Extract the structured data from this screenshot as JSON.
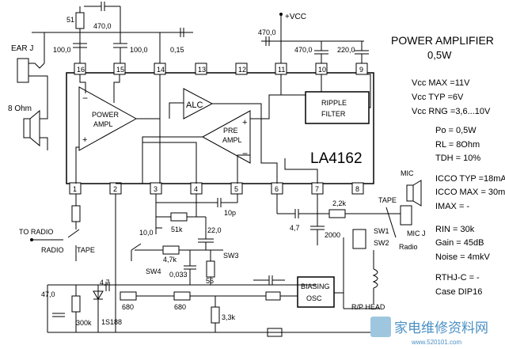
{
  "title": "POWER AMPLIFIER",
  "power": "0,5W",
  "chip": "LA4162",
  "blocks": {
    "power_amp_1": "POWER",
    "power_amp_2": "AMPL",
    "alc": "ALC",
    "pre_amp_1": "PRE",
    "pre_amp_2": "AMPL",
    "ripple_1": "RIPPLE",
    "ripple_2": "FILTER",
    "biasing_1": "BIASING",
    "biasing_2": "OSC"
  },
  "pins_top": [
    "16",
    "15",
    "14",
    "13",
    "12",
    "11",
    "10",
    "9"
  ],
  "pins_bottom": [
    "1",
    "2",
    "3",
    "4",
    "5",
    "6",
    "7",
    "8"
  ],
  "specs": [
    "Vcc MAX =11V",
    "Vcc TYP =6V",
    "Vcc RNG =3,6...10V",
    "Po = 0,5W",
    "RL = 8Ohm",
    "TDH = 10%",
    "ICCO TYP =18mA",
    "ICCO MAX = 30mA",
    "IMAX = -",
    "RIN = 30k",
    "Gain = 45dB",
    "Noise = 4mkV",
    "RTHJ-C = -",
    "Case DIP16"
  ],
  "labels": {
    "vcc": "+VCC",
    "ear_j": "EAR J",
    "speaker": "8 Ohm",
    "to_radio": "TO RADIO",
    "radio": "RADIO",
    "tape": "TAPE",
    "tape2": "TAPE",
    "radio2": "Radio",
    "mic": "MIC",
    "mic_j": "MIC J",
    "rp_head": "R/P HEAD",
    "sw1": "SW1",
    "sw2": "SW2",
    "sw3": "SW3",
    "sw4": "SW4"
  },
  "components": {
    "c_top_470": "470,0",
    "r_top_51": "51",
    "c_top_100a": "100,0",
    "c_top_100b": "100,0",
    "c_top_015": "0,15",
    "c_vcc_470": "470,0",
    "c_10_470": "470,0",
    "c_9_220": "220,0",
    "c_10p": "10p",
    "r_51k": "51k",
    "c_10": "10,0",
    "c_22": "22,0",
    "r_47k": "4,7k",
    "c_0033": "0,033",
    "r_56": "56",
    "c_47": "4,7",
    "r_22k": "2,2k",
    "c_2000": "2000",
    "c_470_bl": "47,0",
    "c_47b": "4,7",
    "r_680a": "680",
    "r_680b": "680",
    "r_300k": "300k",
    "d_1s188": "1S188",
    "r_33k": "3,3k"
  },
  "watermark": {
    "text": "家电维修资料网",
    "url": "www.520101.com"
  }
}
